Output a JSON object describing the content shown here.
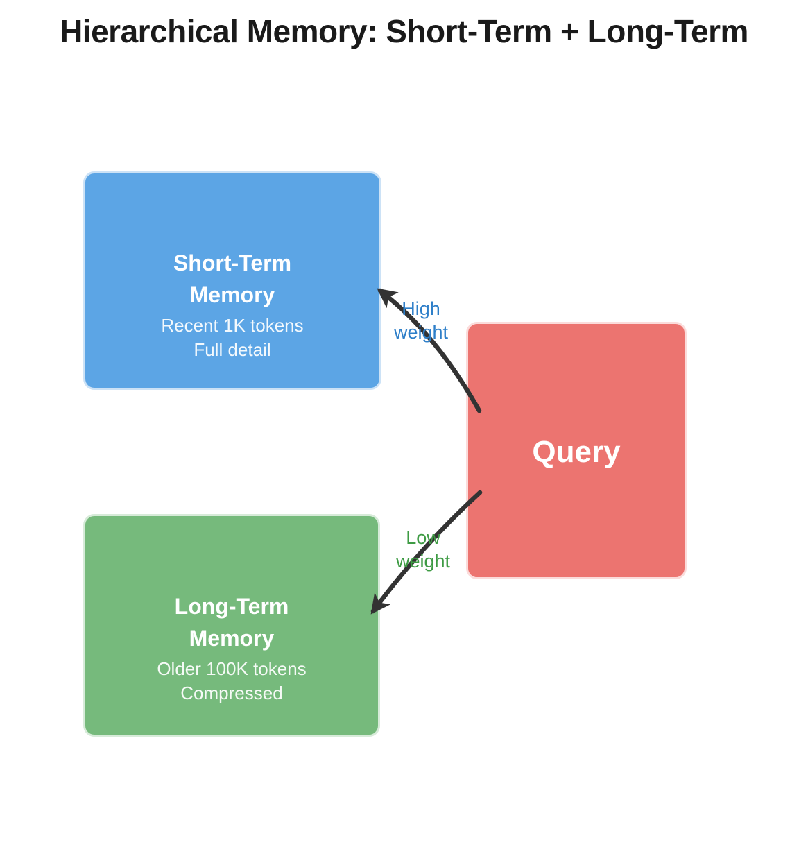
{
  "title": "Hierarchical Memory: Short-Term + Long-Term",
  "nodes": {
    "short_term": {
      "title_line1": "Short-Term",
      "title_line2": "Memory",
      "subtitle_line1": "Recent 1K tokens",
      "subtitle_line2": "Full detail"
    },
    "long_term": {
      "title_line1": "Long-Term",
      "title_line2": "Memory",
      "subtitle_line1": "Older 100K tokens",
      "subtitle_line2": "Compressed"
    },
    "query": {
      "label": "Query"
    }
  },
  "edges": {
    "high": {
      "label_line1": "High",
      "label_line2": "weight",
      "from": "query",
      "to": "short_term"
    },
    "low": {
      "label_line1": "Low",
      "label_line2": "weight",
      "from": "query",
      "to": "long_term"
    }
  },
  "colors": {
    "short_term_fill": "#5CA5E5",
    "short_term_border": "#CCE2F6",
    "long_term_fill": "#76BA7C",
    "long_term_border": "#D7EBD9",
    "query_fill": "#EC7470",
    "query_border": "#FBDCDB",
    "high_weight_label": "#2E7FC9",
    "low_weight_label": "#3E9B44",
    "arrow": "#333333",
    "title_text": "#1A1A1A",
    "node_subtext": "rgba(255,255,255,0.93)"
  }
}
